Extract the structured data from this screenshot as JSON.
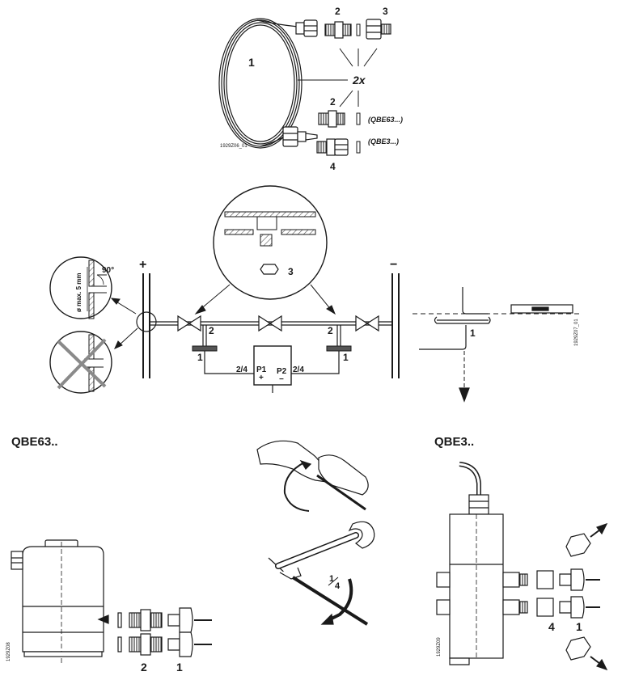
{
  "top": {
    "labels": {
      "tube": "1",
      "adapter_a": "2",
      "adapter_b": "3",
      "adapter_c": "2",
      "adapter_d": "4",
      "qty": "2x"
    },
    "notes": {
      "qbe63": "(QBE63...)",
      "qbe3": "(QBE3...)"
    },
    "code": "1929Z06_01"
  },
  "middle": {
    "symbols": {
      "plus": "+",
      "minus": "−"
    },
    "detail": {
      "max": "ø max. 5 mm",
      "angle": "90°",
      "part": "3"
    },
    "labels": {
      "left_tap": "2",
      "right_tap": "2",
      "left_tube": "1",
      "right_tube": "1"
    },
    "sensor": {
      "port1": "P1",
      "port2": "P2",
      "sign1": "+",
      "sign2": "−",
      "left_ratio": "2/4",
      "right_ratio": "2/4"
    },
    "right_part": "1",
    "right_code": "1929Z07_01"
  },
  "bottom": {
    "left_title": "QBE63..",
    "right_title": "QBE3..",
    "left_code": "1929Z08",
    "left_labels": {
      "a": "2",
      "b": "1"
    },
    "wrench": {
      "num": "1",
      "den": "4"
    },
    "right_code": "1929Z09",
    "right_labels": {
      "a": "4",
      "b": "1"
    }
  },
  "colors": {
    "line": "#1a1a1a",
    "cross": "#8a8a8a",
    "fill": "#ffffff",
    "hatch": "#555555"
  }
}
